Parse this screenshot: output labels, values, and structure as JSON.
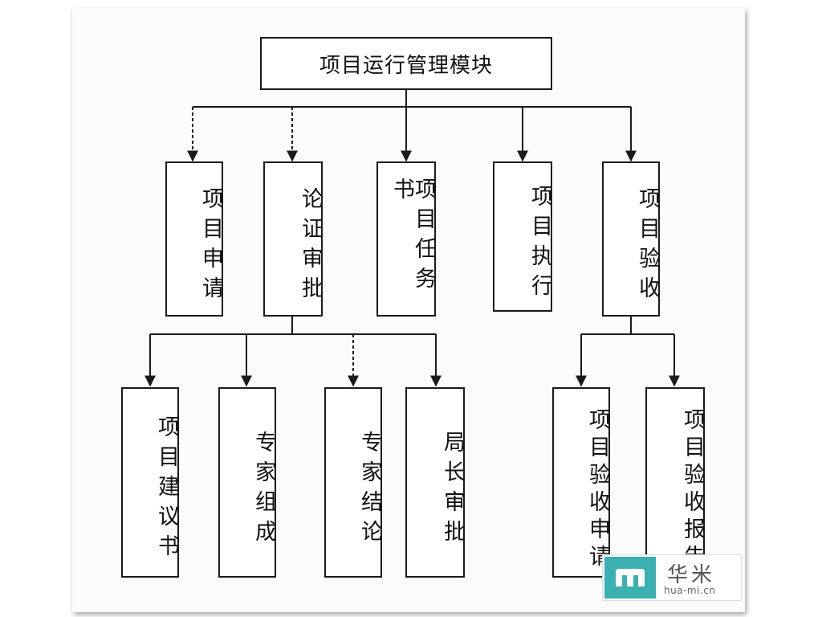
{
  "diagram": {
    "root": "项目运行管理模块",
    "level2": [
      "项目申请",
      "论证审批",
      "项目任务书",
      "项目执行",
      "项目验收"
    ],
    "approval_children": [
      "项目建议书",
      "专家组成",
      "专家结论",
      "局长审批"
    ],
    "acceptance_children": [
      "项目验收申请",
      "项目验收报告"
    ]
  },
  "watermark": {
    "name": "华米",
    "url": "hua-mi.cn",
    "logo_color": "#3bb0b0"
  },
  "colors": {
    "line": "#1a1a1a",
    "box_fill": "#ffffff",
    "paper": "#fbfbfb"
  }
}
